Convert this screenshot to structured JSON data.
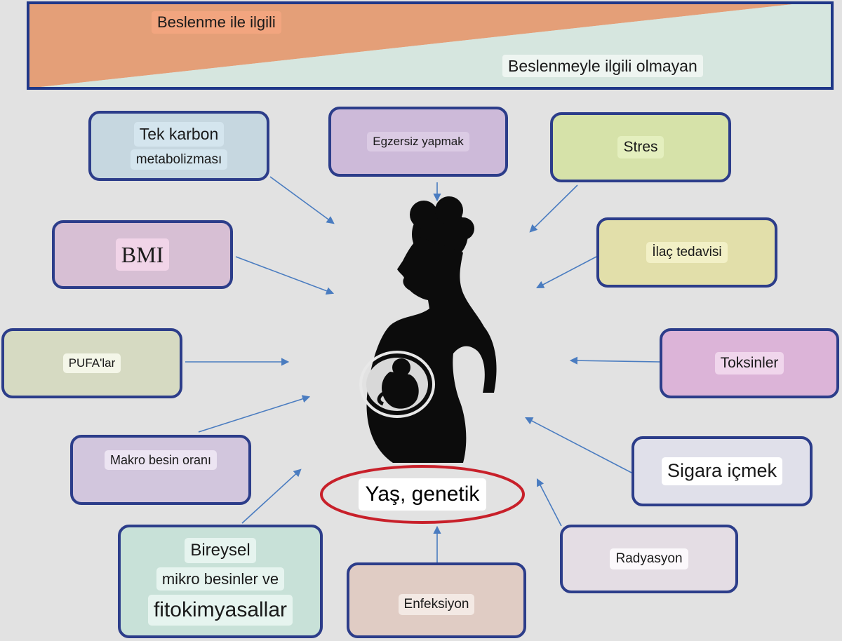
{
  "banner": {
    "left_label": "Beslenme ile ilgili",
    "right_label": "Beslenmeyle ilgili olmayan",
    "colors": {
      "nutrition": "#e49f78",
      "non_nutrition": "#d6e6df",
      "border": "#1f3788"
    }
  },
  "boxes": {
    "one_carbon": {
      "line1": "Tek karbon",
      "line2": "metabolizması"
    },
    "exercise": {
      "label": "Egzersiz yapmak"
    },
    "stress": {
      "label": "Stres"
    },
    "bmi": {
      "label": "BMI"
    },
    "medication": {
      "label": "İlaç tedavisi"
    },
    "pufa": {
      "label": "PUFA'lar"
    },
    "toxins": {
      "label": "Toksinler"
    },
    "macro_ratio": {
      "label": "Makro besin oranı"
    },
    "smoking": {
      "label": "Sigara içmek"
    },
    "micronutrients": {
      "line1": "Bireysel",
      "line2": "mikro besinler ve",
      "line3": "fitokimyasallar"
    },
    "radiation": {
      "label": "Radyasyon"
    },
    "infection": {
      "label": "Enfeksiyon"
    }
  },
  "center": {
    "label": "Yaş, genetik",
    "ring_color": "#c8202a"
  },
  "colors": {
    "box_border": "#2c3d8a",
    "arrow": "#4a7cc0",
    "silhouette": "#0c0c0c"
  }
}
